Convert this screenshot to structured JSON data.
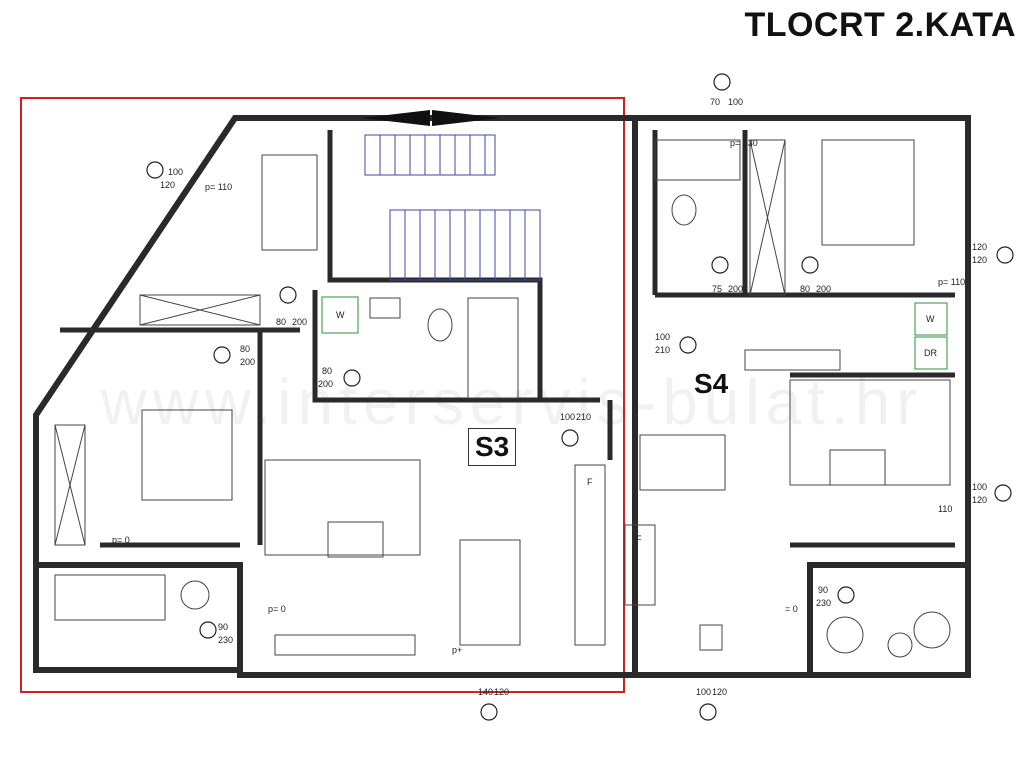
{
  "title": "TLOCRT 2.KATA",
  "units": {
    "s3": "S3",
    "s4": "S4"
  },
  "watermark": "www.interservis-bulat.hr",
  "labels": {
    "w_s3": "W",
    "w_s4": "W",
    "dr": "DR",
    "f_s3": "F",
    "f_s4": "F",
    "p110_a": "p= 110",
    "p130": "p= 130",
    "p110_b": "p= 110",
    "p0_a": "p= 0",
    "p0_b": "p= 0",
    "p0_c": "= 0",
    "p_door": "p+",
    "d100_120_a": [
      "100",
      "120"
    ],
    "d70_100": [
      "70",
      "100"
    ],
    "d120_120": [
      "120",
      "120"
    ],
    "d75_200": [
      "75",
      "200"
    ],
    "d80_200_a": [
      "80",
      "200"
    ],
    "d80_200_b": [
      "80",
      "200"
    ],
    "d80_200_c": [
      "80",
      "200"
    ],
    "d80_200_d": [
      "80",
      "200"
    ],
    "d100_210_a": [
      "100",
      "210"
    ],
    "d100_210_b": [
      "100",
      "210"
    ],
    "d100_120_b": [
      "100",
      "120"
    ],
    "d110": "110",
    "d90_230_a": [
      "90",
      "230"
    ],
    "d90_230_b": [
      "90",
      "230"
    ],
    "d140_120": [
      "140",
      "120"
    ],
    "d100_120_c": [
      "100",
      "120"
    ]
  },
  "colors": {
    "wall": "#2a2a2a",
    "highlight": "#d21f1f",
    "stairs": "#3b4aa8",
    "green": "#2f8f3a"
  }
}
